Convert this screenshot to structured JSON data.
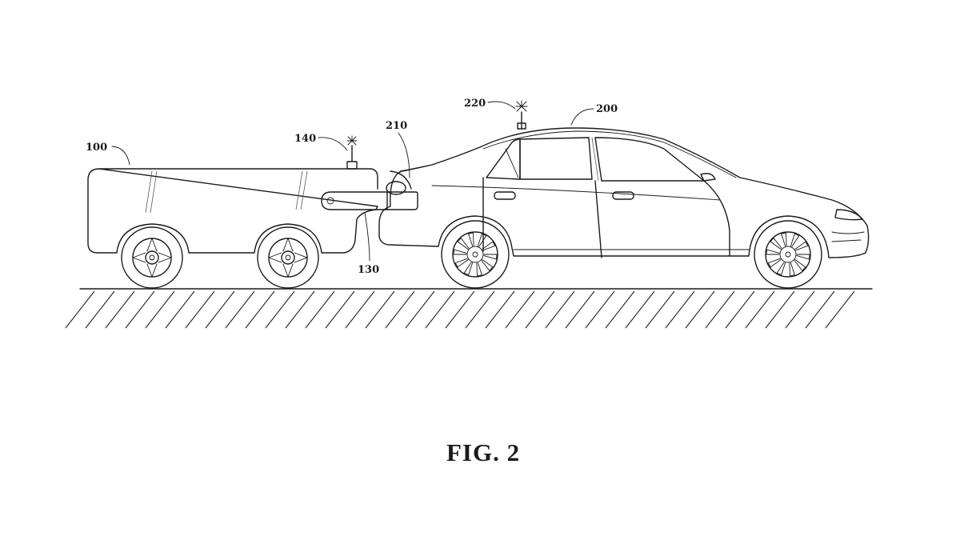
{
  "figure": {
    "caption": "FIG. 2"
  },
  "references": {
    "robot_vehicle": "100",
    "connector_arm": "130",
    "robot_antenna": "140",
    "car": "200",
    "car_port": "210",
    "car_antenna": "220"
  }
}
